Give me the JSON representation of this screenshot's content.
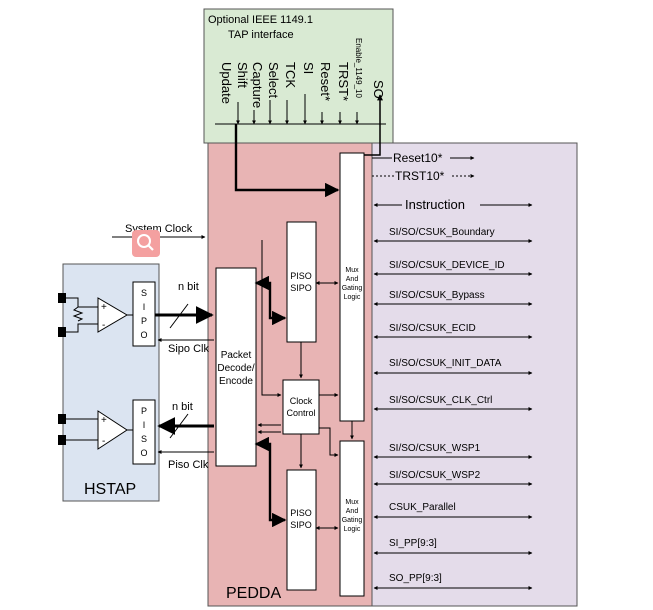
{
  "tap_box": {
    "title_line1": "Optional IEEE 1149.1",
    "title_line2": "TAP interface",
    "signals": [
      "Update",
      "Shift",
      "Capture",
      "Select",
      "TCK",
      "SI",
      "Reset*",
      "TRST*",
      "Enable_1149_10",
      "SO"
    ]
  },
  "pedda": {
    "label": "PEDDA",
    "system_clock": "System Clock",
    "packet_block": [
      "Packet",
      "Decode/",
      "Encode"
    ],
    "piso_sipo_top": [
      "PISO",
      "SIPO"
    ],
    "piso_sipo_bottom": [
      "PISO",
      "SIPO"
    ],
    "clock_control": [
      "Clock",
      "Control"
    ],
    "mux_top": [
      "Mux",
      "And",
      "Gating",
      "Logic"
    ],
    "mux_bottom": [
      "Mux",
      "And",
      "Gating",
      "Logic"
    ]
  },
  "hstap": {
    "label": "HSTAP",
    "sipo_letters": [
      "S",
      "I",
      "P",
      "O"
    ],
    "piso_letters": [
      "P",
      "I",
      "S",
      "O"
    ],
    "n_bit_top": "n bit",
    "n_bit_bottom": "n bit",
    "sipo_clk": "Sipo Clk",
    "piso_clk": "Piso Clk",
    "plus": "+",
    "minus": "-"
  },
  "outputs": {
    "reset10": "Reset10*",
    "trst10": "TRST10*",
    "instruction": "Instruction",
    "signals": [
      "SI/SO/CSUK_Boundary",
      "SI/SO/CSUK_DEVICE_ID",
      "SI/SO/CSUK_Bypass",
      "SI/SO/CSUK_ECID",
      "SI/SO/CSUK_INIT_DATA",
      "SI/SO/CSUK_CLK_Ctrl",
      "SI/SO/CSUK_WSP1",
      "SI/SO/CSUK_WSP2",
      "CSUK_Parallel",
      "SI_PP[9:3]",
      "SO_PP[9:3]"
    ]
  },
  "colors": {
    "tap_fill": "#d9ead3",
    "pedda_fill": "#e8b4b4",
    "output_fill": "#e4dcea",
    "hstap_fill": "#dbe4f1",
    "search_badge": "#f4a0a0"
  }
}
